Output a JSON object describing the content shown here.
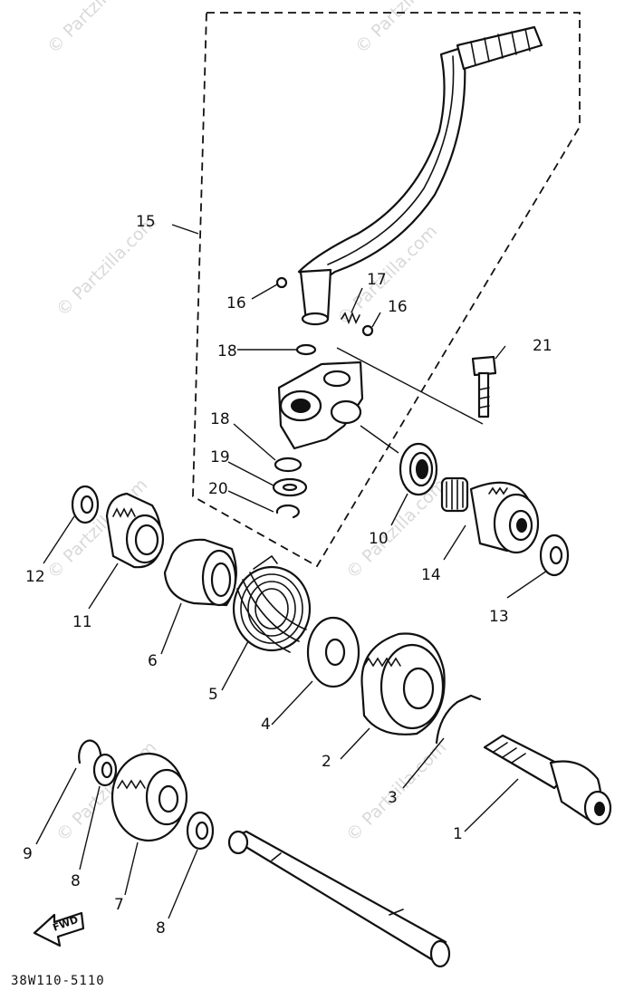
{
  "watermark": "© Partzilla.com",
  "diagram_code": "38W110-5110",
  "fwd_label": "FWD",
  "callouts": {
    "c1": "1",
    "c2": "2",
    "c3": "3",
    "c4": "4",
    "c5": "5",
    "c6": "6",
    "c7": "7",
    "c8a": "8",
    "c8b": "8",
    "c9": "9",
    "c10": "10",
    "c11": "11",
    "c12": "12",
    "c13": "13",
    "c14": "14",
    "c15": "15",
    "c16a": "16",
    "c16b": "16",
    "c17": "17",
    "c18a": "18",
    "c18b": "18",
    "c19": "19",
    "c20": "20",
    "c21": "21"
  }
}
